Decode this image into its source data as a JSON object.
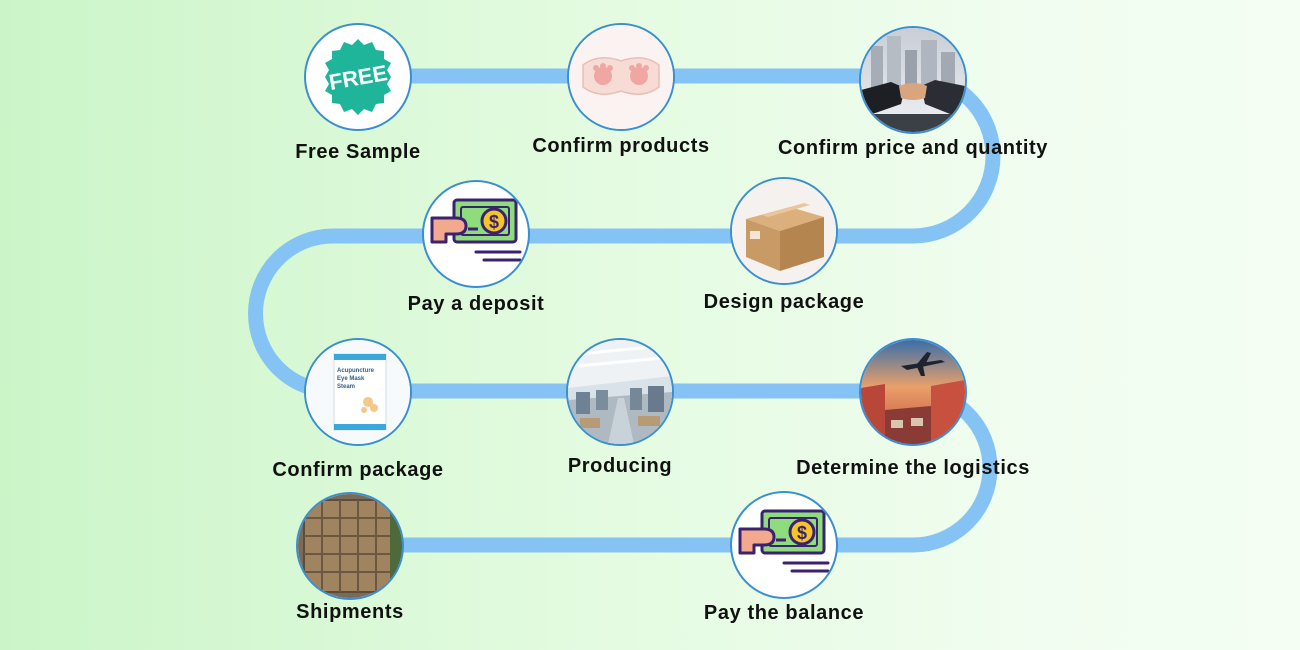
{
  "colors": {
    "path": "#86c3f5",
    "circle_border": "#3a8fd0",
    "free_badge": "#1fb59a",
    "money_green": "#8edc7c",
    "money_outline": "#3b2270",
    "coin": "#f5c526",
    "hand": "#f2a98e",
    "box": "#c89a66"
  },
  "steps": [
    {
      "label": "Free Sample",
      "icon": "free-badge-icon",
      "badge_text": "FREE"
    },
    {
      "label": "Confirm products",
      "icon": "eye-mask-product-icon"
    },
    {
      "label": "Confirm price and quantity",
      "icon": "handshake-icon"
    },
    {
      "label": "Design package",
      "icon": "cardboard-box-icon"
    },
    {
      "label": "Pay a deposit",
      "icon": "money-hand-icon",
      "coin_symbol": "$"
    },
    {
      "label": "Confirm package",
      "icon": "package-box-icon",
      "package_text": [
        "Acupuncture",
        "Eye Mask",
        "Steam"
      ]
    },
    {
      "label": "Producing",
      "icon": "factory-icon"
    },
    {
      "label": "Determine the logistics",
      "icon": "airplane-logistics-icon"
    },
    {
      "label": "Shipments",
      "icon": "warehouse-cartons-icon"
    },
    {
      "label": "Pay the balance",
      "icon": "money-hand-icon",
      "coin_symbol": "$"
    }
  ]
}
